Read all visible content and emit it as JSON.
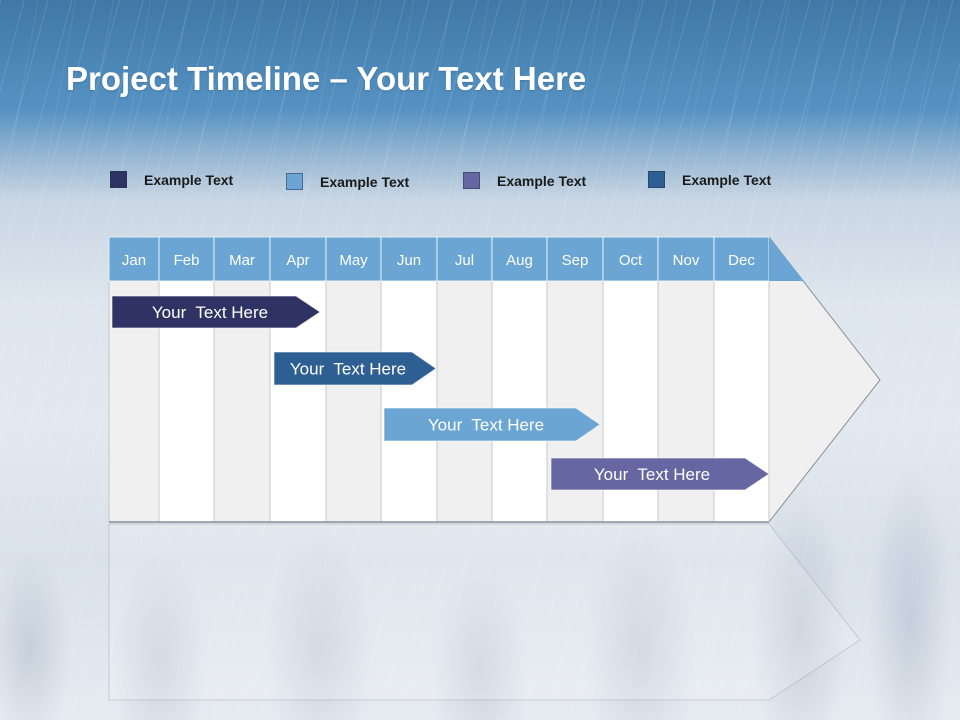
{
  "title": {
    "bold": "Project Timeline",
    "rest": " – Your Text Here"
  },
  "legend": [
    {
      "label": "Example Text",
      "color": "#2f3363"
    },
    {
      "label": "Example Text",
      "color": "#6aa5d3"
    },
    {
      "label": "Example Text",
      "color": "#6666a2"
    },
    {
      "label": "Example Text",
      "color": "#2e5f93"
    }
  ],
  "months": [
    "Jan",
    "Feb",
    "Mar",
    "Apr",
    "May",
    "Jun",
    "Jul",
    "Aug",
    "Sep",
    "Oct",
    "Nov",
    "Dec"
  ],
  "colors": {
    "header": "#6aa5d3",
    "shaded": "#f0f0f0",
    "plain": "#ffffff"
  },
  "tasks": [
    {
      "label": "Your  Text Here",
      "color": "#2f3363"
    },
    {
      "label": "Your  Text Here",
      "color": "#2e5f93"
    },
    {
      "label": "Your  Text Here",
      "color": "#6aa5d3"
    },
    {
      "label": "Your  Text Here",
      "color": "#6666a2"
    }
  ]
}
